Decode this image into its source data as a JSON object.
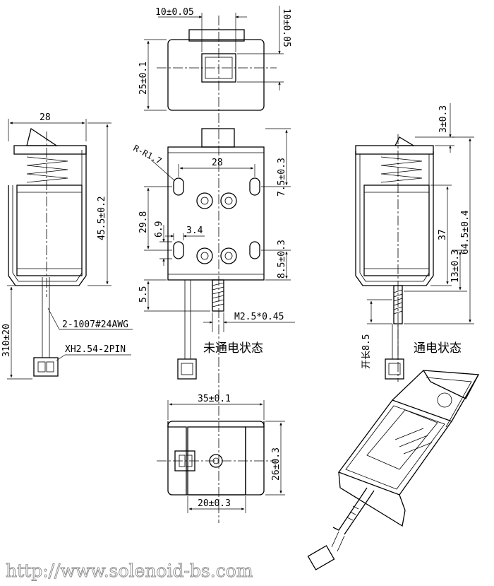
{
  "top_view": {
    "dim_plunger_width": "10±0.05",
    "dim_plunger_height": "10±0.05",
    "dim_body_depth": "25±0.1"
  },
  "left_view": {
    "dim_width": "28",
    "dim_height": "45.5±0.2",
    "dim_lead_length": "310±20",
    "wire_label": "2-1007#24AWG",
    "connector_label": "XH2.54-2PIN"
  },
  "front_view": {
    "hole_radius": "R-R1.7",
    "dim_hole_spacing": "28",
    "dim_top_offset": "7.5±0.3",
    "dim_hole_vertical": "29.8",
    "dim_slot_length": "6.9",
    "dim_slot_width": "3.4",
    "dim_bottom_offset": "8.5±0.3",
    "dim_pin_stub": "5.5",
    "thread_label": "M2.5*0.45",
    "state_label": "未通电状态"
  },
  "right_view": {
    "dim_top_gap": "3±0.3",
    "dim_body_height": "37",
    "dim_total_height": "64.5±0.4",
    "dim_lower_offset": "13±0.3",
    "stroke_label": "开长8.5",
    "state_label": "通电状态"
  },
  "bottom_view": {
    "dim_width": "35±0.1",
    "dim_depth": "26±0.3",
    "dim_inner_width": "20±0.3"
  },
  "footer": {
    "website": "http://www.solenoid-bs.com"
  }
}
